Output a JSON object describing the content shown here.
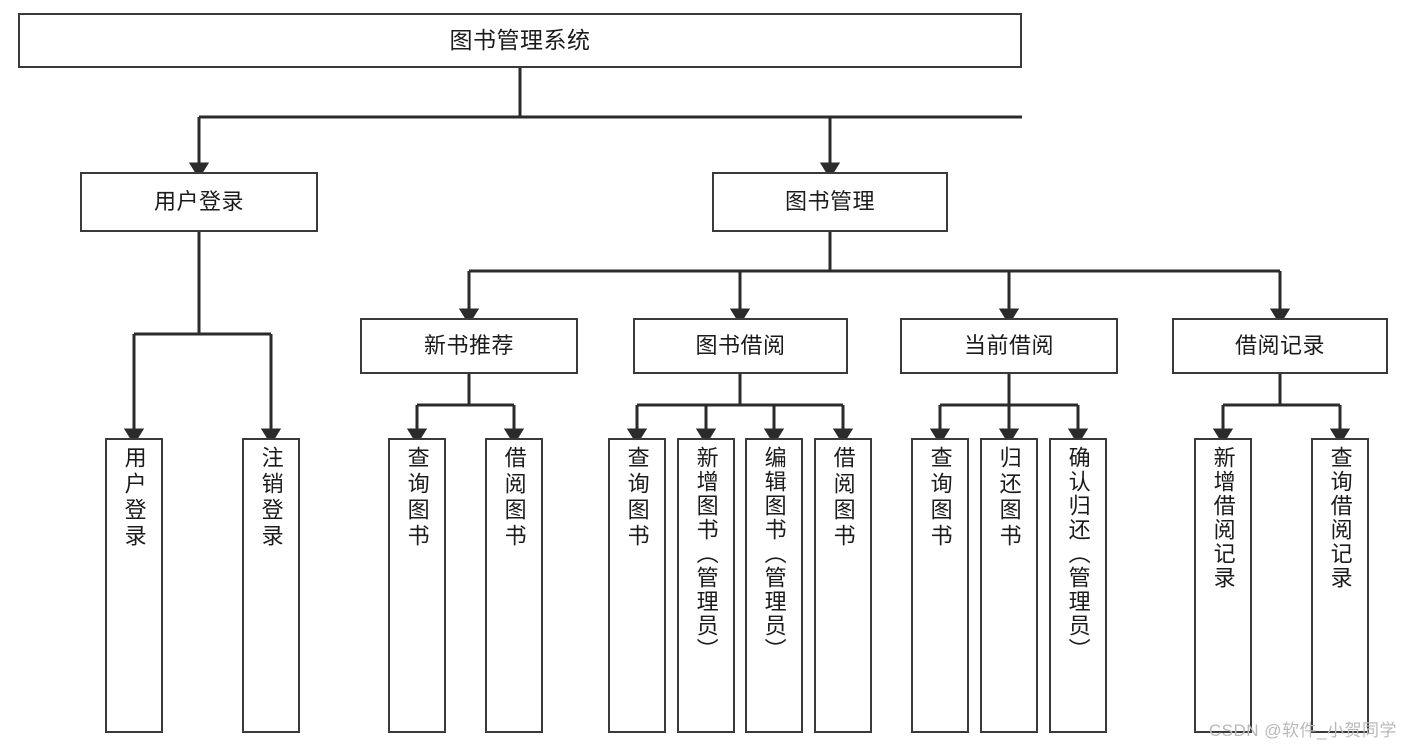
{
  "diagram": {
    "title": "图书管理系统",
    "colors": {
      "box_border": "#3a3a3a",
      "connector": "#2b2b2b",
      "background": "#ffffff",
      "text": "#1b1b1b",
      "watermark": "#b9b9b9"
    },
    "root": {
      "label": "图书管理系统"
    },
    "level2": [
      {
        "label": "用户登录"
      },
      {
        "label": "图书管理"
      }
    ],
    "level3": [
      {
        "label": "新书推荐"
      },
      {
        "label": "图书借阅"
      },
      {
        "label": "当前借阅"
      },
      {
        "label": "借阅记录"
      }
    ],
    "leaves": {
      "user_login": [
        {
          "label": "用户登录"
        },
        {
          "label": "注销登录"
        }
      ],
      "new_book_recommend": [
        {
          "label": "查询图书"
        },
        {
          "label": "借阅图书"
        }
      ],
      "book_borrow": [
        {
          "label": "查询图书"
        },
        {
          "label": "新增图书（管理员）"
        },
        {
          "label": "编辑图书（管理员）"
        },
        {
          "label": "借阅图书"
        }
      ],
      "current_borrow": [
        {
          "label": "查询图书"
        },
        {
          "label": "归还图书"
        },
        {
          "label": "确认归还（管理员）"
        }
      ],
      "borrow_record": [
        {
          "label": "新增借阅记录"
        },
        {
          "label": "查询借阅记录"
        }
      ]
    },
    "watermark": "CSDN @软件_小贺同学"
  }
}
